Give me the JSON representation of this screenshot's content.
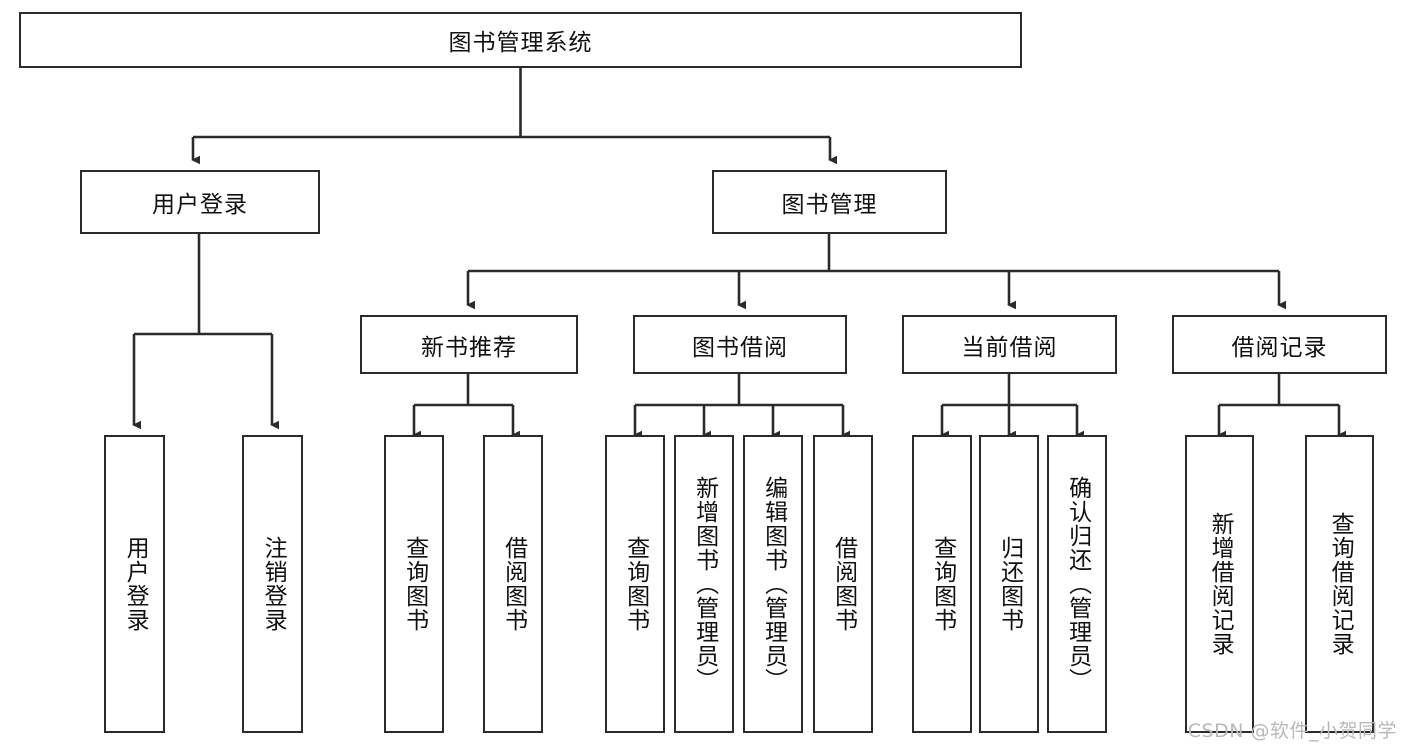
{
  "diagram": {
    "title": "图书管理系统",
    "type": "tree",
    "root": {
      "id": "root",
      "label": "图书管理系统",
      "orientation": "horizontal"
    },
    "level2": [
      {
        "id": "user-login",
        "label": "用户登录",
        "orientation": "horizontal"
      },
      {
        "id": "book-management",
        "label": "图书管理",
        "orientation": "horizontal"
      }
    ],
    "level3": [
      {
        "id": "new-book-recommend",
        "label": "新书推荐",
        "orientation": "horizontal",
        "parent": "book-management"
      },
      {
        "id": "book-borrow",
        "label": "图书借阅",
        "orientation": "horizontal",
        "parent": "book-management"
      },
      {
        "id": "current-borrow",
        "label": "当前借阅",
        "orientation": "horizontal",
        "parent": "book-management"
      },
      {
        "id": "borrow-record",
        "label": "借阅记录",
        "orientation": "horizontal",
        "parent": "book-management"
      }
    ],
    "leaves": [
      {
        "id": "leaf-user-login",
        "label": "用户登录",
        "orientation": "vertical",
        "parent": "user-login"
      },
      {
        "id": "leaf-user-logout",
        "label": "注销登录",
        "orientation": "vertical",
        "parent": "user-login"
      },
      {
        "id": "leaf-query-book-1",
        "label": "查询图书",
        "orientation": "vertical",
        "parent": "new-book-recommend"
      },
      {
        "id": "leaf-borrow-book-1",
        "label": "借阅图书",
        "orientation": "vertical",
        "parent": "new-book-recommend"
      },
      {
        "id": "leaf-query-book-2",
        "label": "查询图书",
        "orientation": "vertical",
        "parent": "book-borrow"
      },
      {
        "id": "leaf-add-book",
        "label": "新增图书（管理员）",
        "orientation": "vertical",
        "parent": "book-borrow"
      },
      {
        "id": "leaf-edit-book",
        "label": "编辑图书（管理员）",
        "orientation": "vertical",
        "parent": "book-borrow"
      },
      {
        "id": "leaf-borrow-book-2",
        "label": "借阅图书",
        "orientation": "vertical",
        "parent": "book-borrow"
      },
      {
        "id": "leaf-query-book-3",
        "label": "查询图书",
        "orientation": "vertical",
        "parent": "current-borrow"
      },
      {
        "id": "leaf-return-book",
        "label": "归还图书",
        "orientation": "vertical",
        "parent": "current-borrow"
      },
      {
        "id": "leaf-confirm-return",
        "label": "确认归还（管理员）",
        "orientation": "vertical",
        "parent": "current-borrow"
      },
      {
        "id": "leaf-add-record",
        "label": "新增借阅记录",
        "orientation": "vertical",
        "parent": "borrow-record"
      },
      {
        "id": "leaf-query-record",
        "label": "查询借阅记录",
        "orientation": "vertical",
        "parent": "borrow-record"
      }
    ],
    "colors": {
      "stroke": "#2b2b2b",
      "fill": "#ffffff",
      "text": "#111111",
      "watermark": "#b9b9b9"
    }
  },
  "watermark": {
    "text": "CSDN @软件_小贺同学"
  }
}
